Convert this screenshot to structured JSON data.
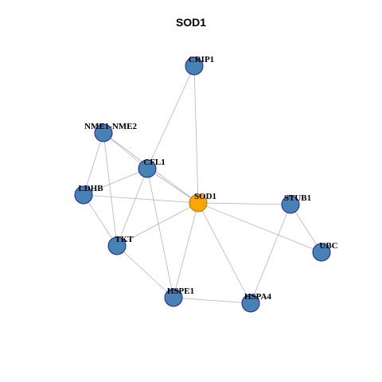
{
  "title": "SOD1",
  "colors": {
    "center_fill": "#FFA500",
    "node_fill": "#4682B4",
    "node_stroke": "#1E1EAA",
    "center_stroke": "#B47800",
    "edge": "#B4B4B4"
  },
  "network": {
    "nodes": [
      {
        "id": "SOD1",
        "label": "SOD1",
        "role": "center"
      },
      {
        "id": "CRIP1",
        "label": "CRIP1",
        "role": "neighbor"
      },
      {
        "id": "NME1-NME2",
        "label": "NME1-NME2",
        "role": "neighbor"
      },
      {
        "id": "CFL1",
        "label": "CFL1",
        "role": "neighbor"
      },
      {
        "id": "LDHB",
        "label": "LDHB",
        "role": "neighbor"
      },
      {
        "id": "STUB1",
        "label": "STUB1",
        "role": "neighbor"
      },
      {
        "id": "TKT",
        "label": "TKT",
        "role": "neighbor"
      },
      {
        "id": "UBC",
        "label": "UBC",
        "role": "neighbor"
      },
      {
        "id": "HSPE1",
        "label": "HSPE1",
        "role": "neighbor"
      },
      {
        "id": "HSPA4",
        "label": "HSPA4",
        "role": "neighbor"
      }
    ],
    "edges": [
      [
        "CRIP1",
        "SOD1"
      ],
      [
        "CRIP1",
        "CFL1"
      ],
      [
        "NME1-NME2",
        "CFL1"
      ],
      [
        "NME1-NME2",
        "SOD1"
      ],
      [
        "NME1-NME2",
        "LDHB"
      ],
      [
        "NME1-NME2",
        "TKT"
      ],
      [
        "CFL1",
        "LDHB"
      ],
      [
        "CFL1",
        "SOD1"
      ],
      [
        "CFL1",
        "TKT"
      ],
      [
        "CFL1",
        "HSPE1"
      ],
      [
        "LDHB",
        "SOD1"
      ],
      [
        "LDHB",
        "TKT"
      ],
      [
        "SOD1",
        "TKT"
      ],
      [
        "SOD1",
        "STUB1"
      ],
      [
        "SOD1",
        "UBC"
      ],
      [
        "SOD1",
        "HSPE1"
      ],
      [
        "SOD1",
        "HSPA4"
      ],
      [
        "STUB1",
        "UBC"
      ],
      [
        "STUB1",
        "HSPA4"
      ],
      [
        "TKT",
        "HSPE1"
      ],
      [
        "HSPE1",
        "HSPA4"
      ]
    ]
  }
}
